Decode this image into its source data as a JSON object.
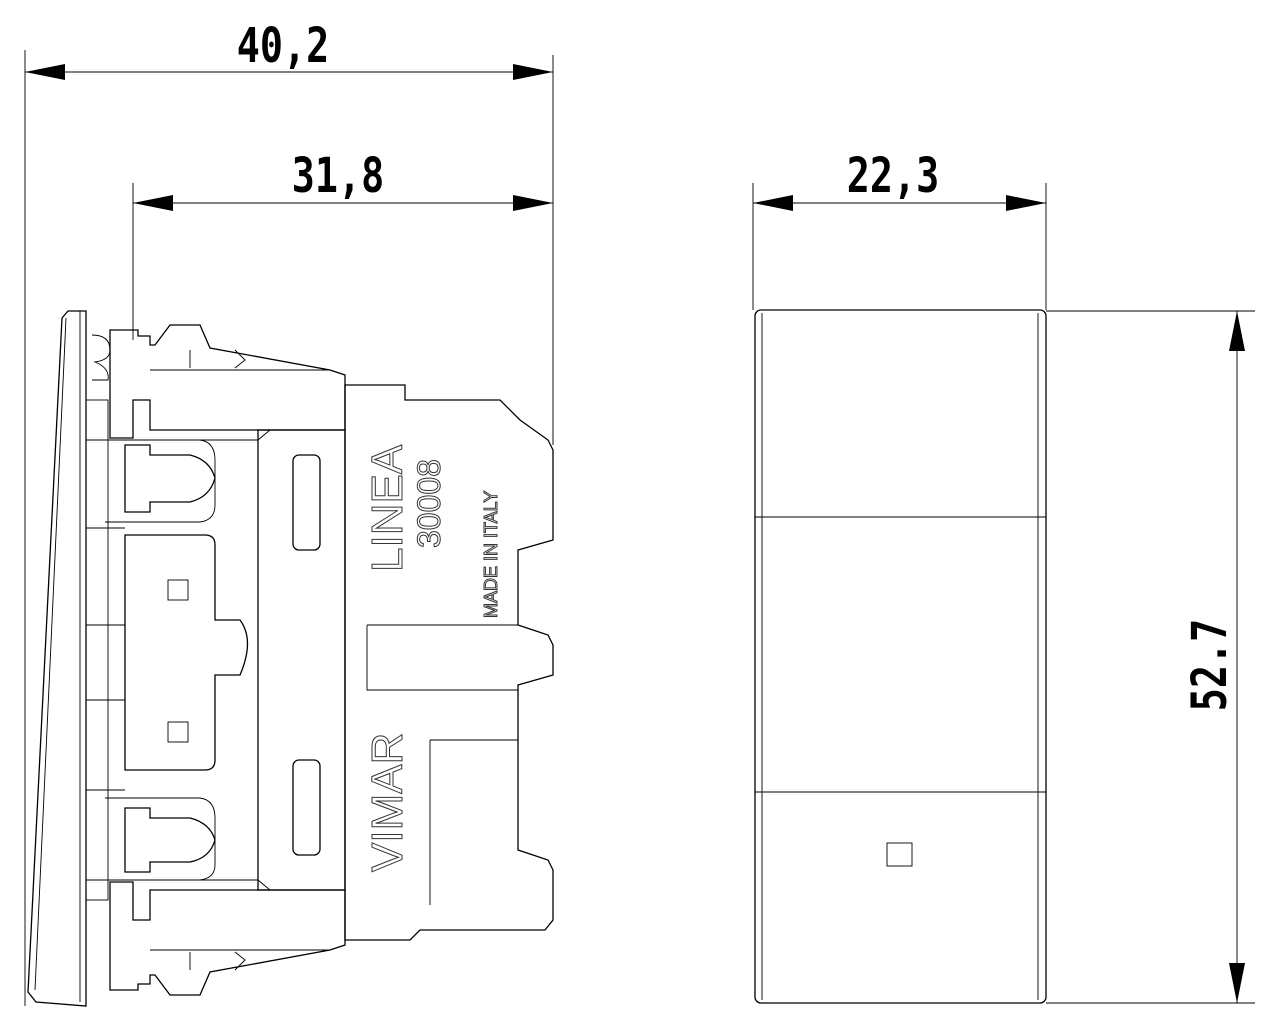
{
  "drawing": {
    "dimensions": {
      "overall_depth": "40,2",
      "body_depth": "31,8",
      "width": "22,3",
      "height": "52.7"
    },
    "side_view_markings": {
      "line": "LINEA",
      "code": "30008",
      "origin": "MADE IN ITALY",
      "brand": "VIMAR"
    }
  }
}
